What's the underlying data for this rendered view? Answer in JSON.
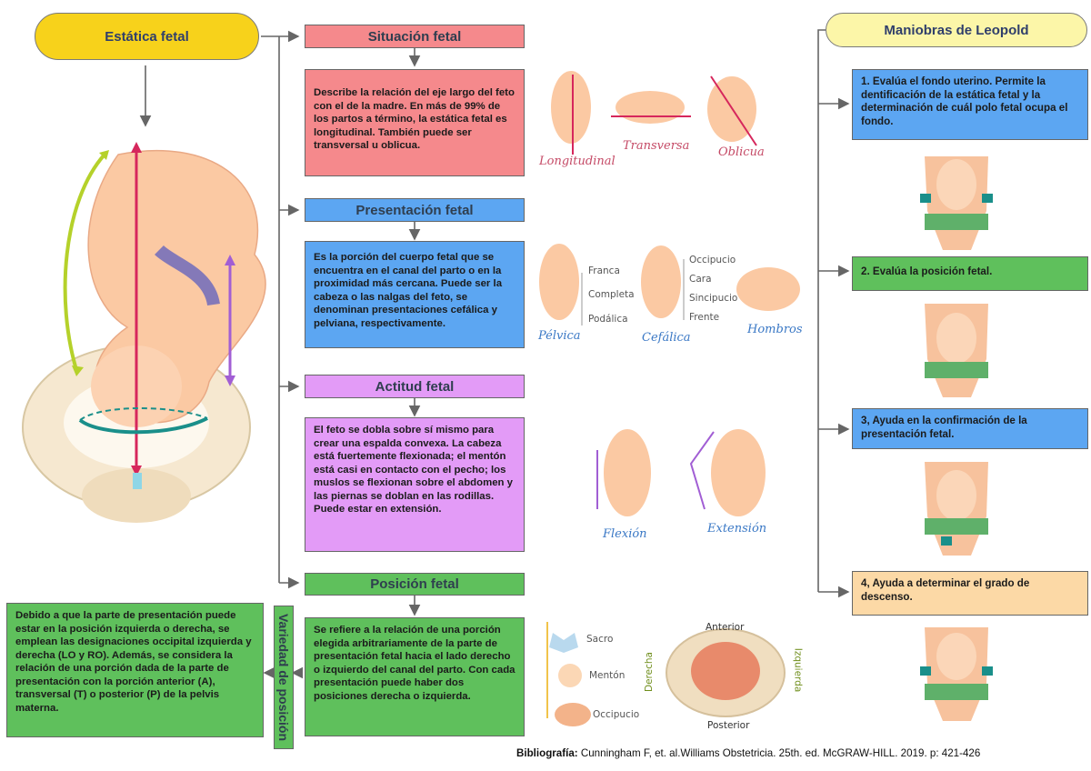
{
  "left": {
    "title": "Estática fetal",
    "variety_label": "Variedad de posición",
    "variety_text": "Debido a que la parte de presentación puede  estar en la posición izquierda o derecha, se emplean las designaciones occipital izquierda y derecha (LO y RO). Además, se considera la relación de una porción dada de la parte  de presentación con la porción anterior (A), transversal (T) o posterior (P) de la pelvis materna."
  },
  "sections": [
    {
      "title": "Situación fetal",
      "text": "Describe la relación del eje largo del feto con  el de la madre. En más de 99% de los partos a término, la estática fetal es longitudinal. También puede ser transversal u oblicua."
    },
    {
      "title": "Presentación fetal",
      "text": "Es la porción del cuerpo fetal que se encuentra en el canal del parto o en la proximidad más cercana. Puede ser la cabeza o las nalgas del feto, se denominan presentaciones cefálica y pelviana, respectivamente."
    },
    {
      "title": "Actitud fetal",
      "text": "El  feto se dobla sobre sí mismo para crear una  espalda convexa. La cabeza está fuertemente flexionada; el mentón está casi en  contacto con el pecho; los muslos se flexionan sobre el abdomen y las piernas se doblan en las rodillas. Puede estar en extensión."
    },
    {
      "title": "Posición fetal",
      "text": "Se refiere a la relación de una porción elegida arbitrariamente de la parte de presentación fetal hacia el lado derecho o izquierdo del canal del parto. Con cada presentación puede haber dos posiciones derecha o izquierda."
    }
  ],
  "illustrations": {
    "situacion": [
      "Longitudinal",
      "Transversa",
      "Oblicua"
    ],
    "pelvica": {
      "label": "Pélvica",
      "items": [
        "Franca",
        "Completa",
        "Podálica"
      ]
    },
    "cefalica": {
      "label": "Cefálica",
      "items": [
        "Occipucio",
        "Cara",
        "Sincipucio",
        "Frente"
      ]
    },
    "hombros": "Hombros",
    "actitud": [
      "Flexión",
      "Extensión"
    ],
    "posicion_items": [
      "Sacro",
      "Mentón",
      "Occipucio"
    ],
    "pelvis": {
      "top": "Anterior",
      "bottom": "Posterior",
      "left": "Derecha",
      "right": "Izquierda"
    }
  },
  "leopold": {
    "title": "Maniobras de Leopold",
    "steps": [
      "1. Evalúa el fondo uterino. Permite la dentificación de la estática fetal y la determinación de cuál polo fetal ocupa el fondo.",
      "2. Evalúa la posición fetal.",
      "3, Ayuda en la confirmación de la presentación fetal.",
      "4, Ayuda a determinar el grado de descenso."
    ]
  },
  "bibliography": {
    "label": "Bibliografía:",
    "text": " Cunningham F, et. al.Williams Obstetricia. 25th. ed. McGRAW-HILL. 2019. p: 421-426"
  },
  "colors": {
    "yellow": "#f7d21b",
    "light_yellow": "#fcf6a8",
    "red": "#f5898c",
    "blue": "#5ca6f2",
    "violet": "#e39bf7",
    "green": "#5fc05c",
    "peach": "#fcd9a6"
  }
}
